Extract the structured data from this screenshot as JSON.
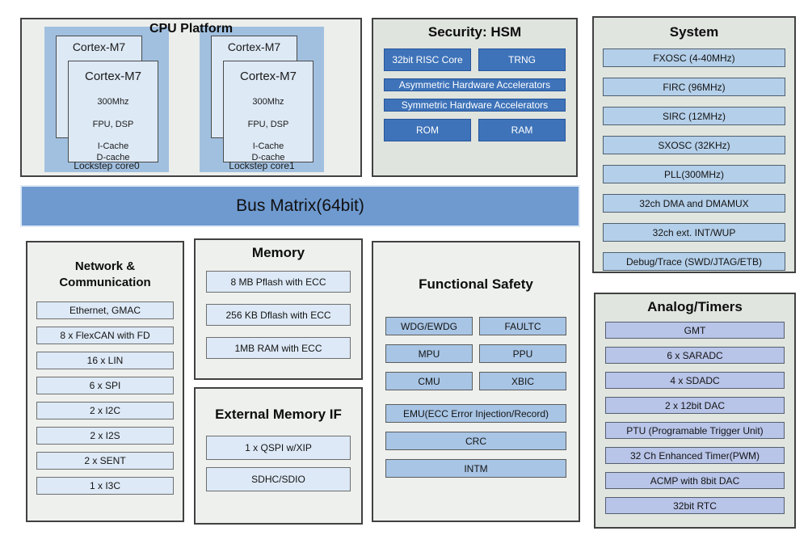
{
  "colors": {
    "page_bg": "#ffffff",
    "panel_border": "#414141",
    "panel_bg_light": "#eef0ed",
    "panel_bg_green": "#e0e5df",
    "cpu_core_container": "#a1c0e0",
    "cpu_card": "#dde9f5",
    "hsm_block": "#3e73b9",
    "hsm_block_text": "#ffffff",
    "system_block": "#b4cfe9",
    "bus_bar": "#6f9ad0",
    "light_block": "#dde9f6",
    "safety_block": "#a8c5e5",
    "analog_block": "#b8c4e8"
  },
  "cpu": {
    "title": "CPU Platform",
    "cores": [
      {
        "back_label": "Cortex-M7",
        "front_label": "Cortex-M7",
        "freq": "300Mhz",
        "units": "FPU, DSP",
        "icache": "I-Cache",
        "dcache": "D-cache",
        "caption": "Lockstep core0"
      },
      {
        "back_label": "Cortex-M7",
        "front_label": "Cortex-M7",
        "freq": "300Mhz",
        "units": "FPU, DSP",
        "icache": "I-Cache",
        "dcache": "D-cache",
        "caption": "Lockstep core1"
      }
    ]
  },
  "hsm": {
    "title": "Security: HSM",
    "row1": [
      "32bit RISC Core",
      "TRNG"
    ],
    "row2": "Asymmetric Hardware Accelerators",
    "row3": "Symmetric Hardware Accelerators",
    "row4": [
      "ROM",
      "RAM"
    ]
  },
  "system": {
    "title": "System",
    "items": [
      "FXOSC (4-40MHz)",
      "FIRC (96MHz)",
      "SIRC (12MHz)",
      "SXOSC (32KHz)",
      "PLL(300MHz)",
      "32ch DMA and DMAMUX",
      "32ch ext. INT/WUP",
      "Debug/Trace (SWD/JTAG/ETB)"
    ]
  },
  "bus": {
    "label": "Bus Matrix(64bit)"
  },
  "network": {
    "title_line1": "Network &",
    "title_line2": "Communication",
    "items": [
      "Ethernet, GMAC",
      "8 x FlexCAN with FD",
      "16 x LIN",
      "6 x SPI",
      "2 x I2C",
      "2 x I2S",
      "2 x SENT",
      "1 x I3C"
    ]
  },
  "memory": {
    "title": "Memory",
    "items": [
      "8 MB Pflash with ECC",
      "256 KB Dflash with ECC",
      "1MB RAM with ECC"
    ]
  },
  "ext_memory": {
    "title": "External Memory IF",
    "items": [
      "1 x QSPI w/XIP",
      "SDHC/SDIO"
    ]
  },
  "safety": {
    "title": "Functional Safety",
    "pair_rows": [
      [
        "WDG/EWDG",
        "FAULTC"
      ],
      [
        "MPU",
        "PPU"
      ],
      [
        "CMU",
        "XBIC"
      ]
    ],
    "full_rows": [
      "EMU(ECC Error Injection/Record)",
      "CRC",
      "INTM"
    ]
  },
  "analog": {
    "title": "Analog/Timers",
    "items": [
      "GMT",
      "6 x SARADC",
      "4 x SDADC",
      "2 x 12bit DAC",
      "PTU (Programable Trigger Unit)",
      "32 Ch Enhanced Timer(PWM)",
      "ACMP with 8bit DAC",
      "32bit RTC"
    ]
  }
}
